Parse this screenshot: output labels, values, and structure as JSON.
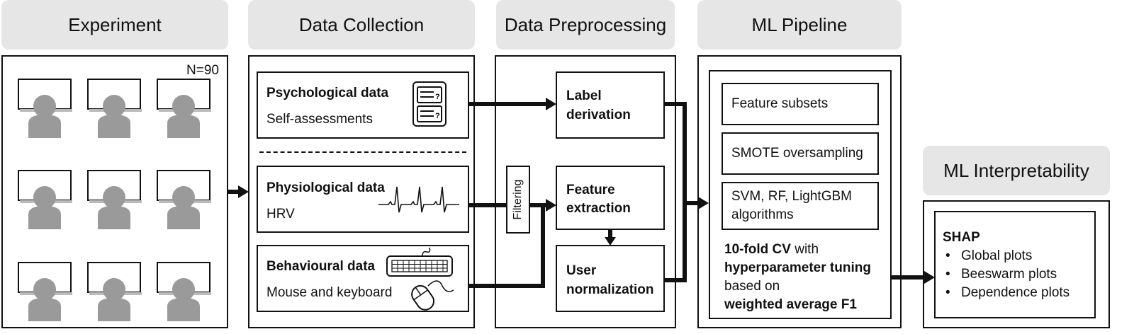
{
  "stages": {
    "experiment": "Experiment",
    "data_collection": "Data Collection",
    "data_preprocessing": "Data Preprocessing",
    "ml_pipeline": "ML Pipeline",
    "ml_interpretability": "ML Interpretability"
  },
  "experiment": {
    "n_label": "N=90"
  },
  "collection": {
    "psychological": {
      "title": "Psychological data",
      "subtitle": "Self-assessments"
    },
    "physiological": {
      "title": "Physiological data",
      "subtitle": "HRV"
    },
    "behavioural": {
      "title": "Behavioural data",
      "subtitle": "Mouse and keyboard"
    }
  },
  "preprocessing": {
    "filtering": "Filtering",
    "label_derivation": [
      "Label",
      "derivation"
    ],
    "feature_extraction": [
      "Feature",
      "extraction"
    ],
    "user_normalization": [
      "User",
      "normalization"
    ]
  },
  "pipeline": {
    "items": [
      "Feature subsets",
      "SMOTE oversampling",
      "SVM, RF, LightGBM",
      "algorithms"
    ],
    "cv": {
      "part1_bold": "10-fold CV",
      "part1_rest": " with",
      "part2_bold": "hyperparameter tuning",
      "part3": "based on",
      "part4_bold": "weighted average F1"
    }
  },
  "interpretability": {
    "title": "SHAP",
    "bullets": [
      "Global plots",
      "Beeswarm plots",
      "Dependence plots"
    ]
  }
}
